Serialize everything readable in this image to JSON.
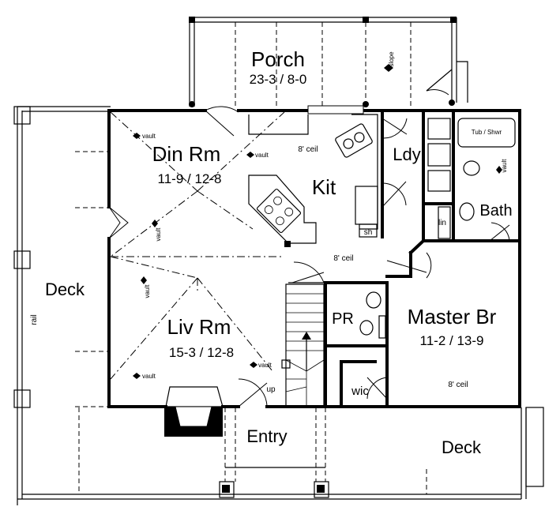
{
  "rooms": {
    "porch": {
      "name": "Porch",
      "dims": "23-3 / 8-0"
    },
    "din_rm": {
      "name": "Din Rm",
      "dims": "11-9 / 12-8"
    },
    "kit": {
      "name": "Kit"
    },
    "ldy": {
      "name": "Ldy"
    },
    "bath": {
      "name": "Bath"
    },
    "tub": {
      "name": "Tub / Shwr"
    },
    "lin": {
      "name": "lin"
    },
    "sh": {
      "name": "sh"
    },
    "liv_rm": {
      "name": "Liv Rm",
      "dims": "15-3 / 12-8"
    },
    "pr": {
      "name": "PR"
    },
    "master_br": {
      "name": "Master Br",
      "dims": "11-2 / 13-9"
    },
    "wic": {
      "name": "wic"
    },
    "entry": {
      "name": "Entry"
    },
    "deck_left": {
      "name": "Deck"
    },
    "deck_right": {
      "name": "Deck"
    }
  },
  "notes": {
    "ceil": "8' ceil",
    "vault": "vault",
    "slope": "slope",
    "up": "up",
    "rail": "rail"
  }
}
